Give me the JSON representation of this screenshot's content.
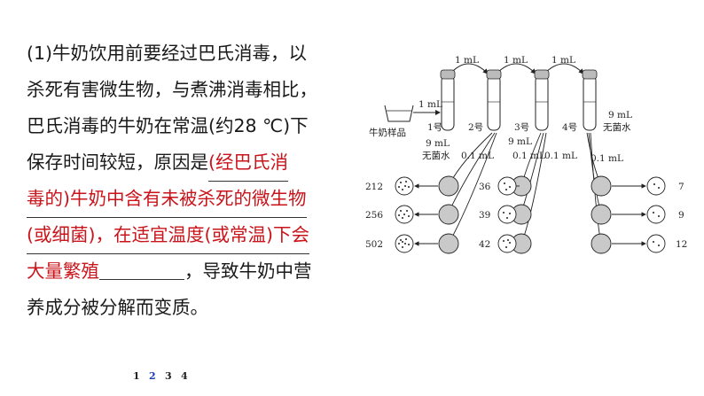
{
  "question": {
    "line1": "(1)牛奶饮用前要经过巴氏消毒，以",
    "line2": "杀死有害微生物，与煮沸消毒相比，",
    "line3": "巴氏消毒的牛奶在常温(约28 ℃)下",
    "line4_prefix": "保存时间较短，原因是",
    "answer_part1": "(经巴氏消",
    "answer_part2": "毒的)牛奶中含有未被杀死的微生物",
    "answer_part3": "(或细菌)，在适宜温度(或常温)下会",
    "answer_part4": "大量繁殖",
    "line7_suffix": "，导致牛奶中营",
    "line8": "养成分被分解而变质。"
  },
  "diagram": {
    "transfer_labels": [
      "1 mL",
      "1 mL",
      "1 mL"
    ],
    "sample_transfer": "1 mL",
    "sample_label": "牛奶样品",
    "tube_labels": [
      "1号",
      "2号",
      "3号",
      "4号"
    ],
    "water_left": "9 mL",
    "water_left2": "无菌水",
    "water_mid": "9 mL",
    "water_right": "9 mL",
    "water_right2": "无菌水",
    "plating_labels": [
      "0.1 mL",
      "0.1 mL",
      "0.1 mL",
      "0.1 mL"
    ],
    "counts_left": [
      "212",
      "256",
      "502"
    ],
    "counts_mid": [
      "36",
      "39",
      "42"
    ],
    "counts_right": [
      "7",
      "9",
      "12"
    ]
  },
  "pager": {
    "pages": [
      "1",
      "2",
      "3",
      "4"
    ],
    "current": "2"
  }
}
